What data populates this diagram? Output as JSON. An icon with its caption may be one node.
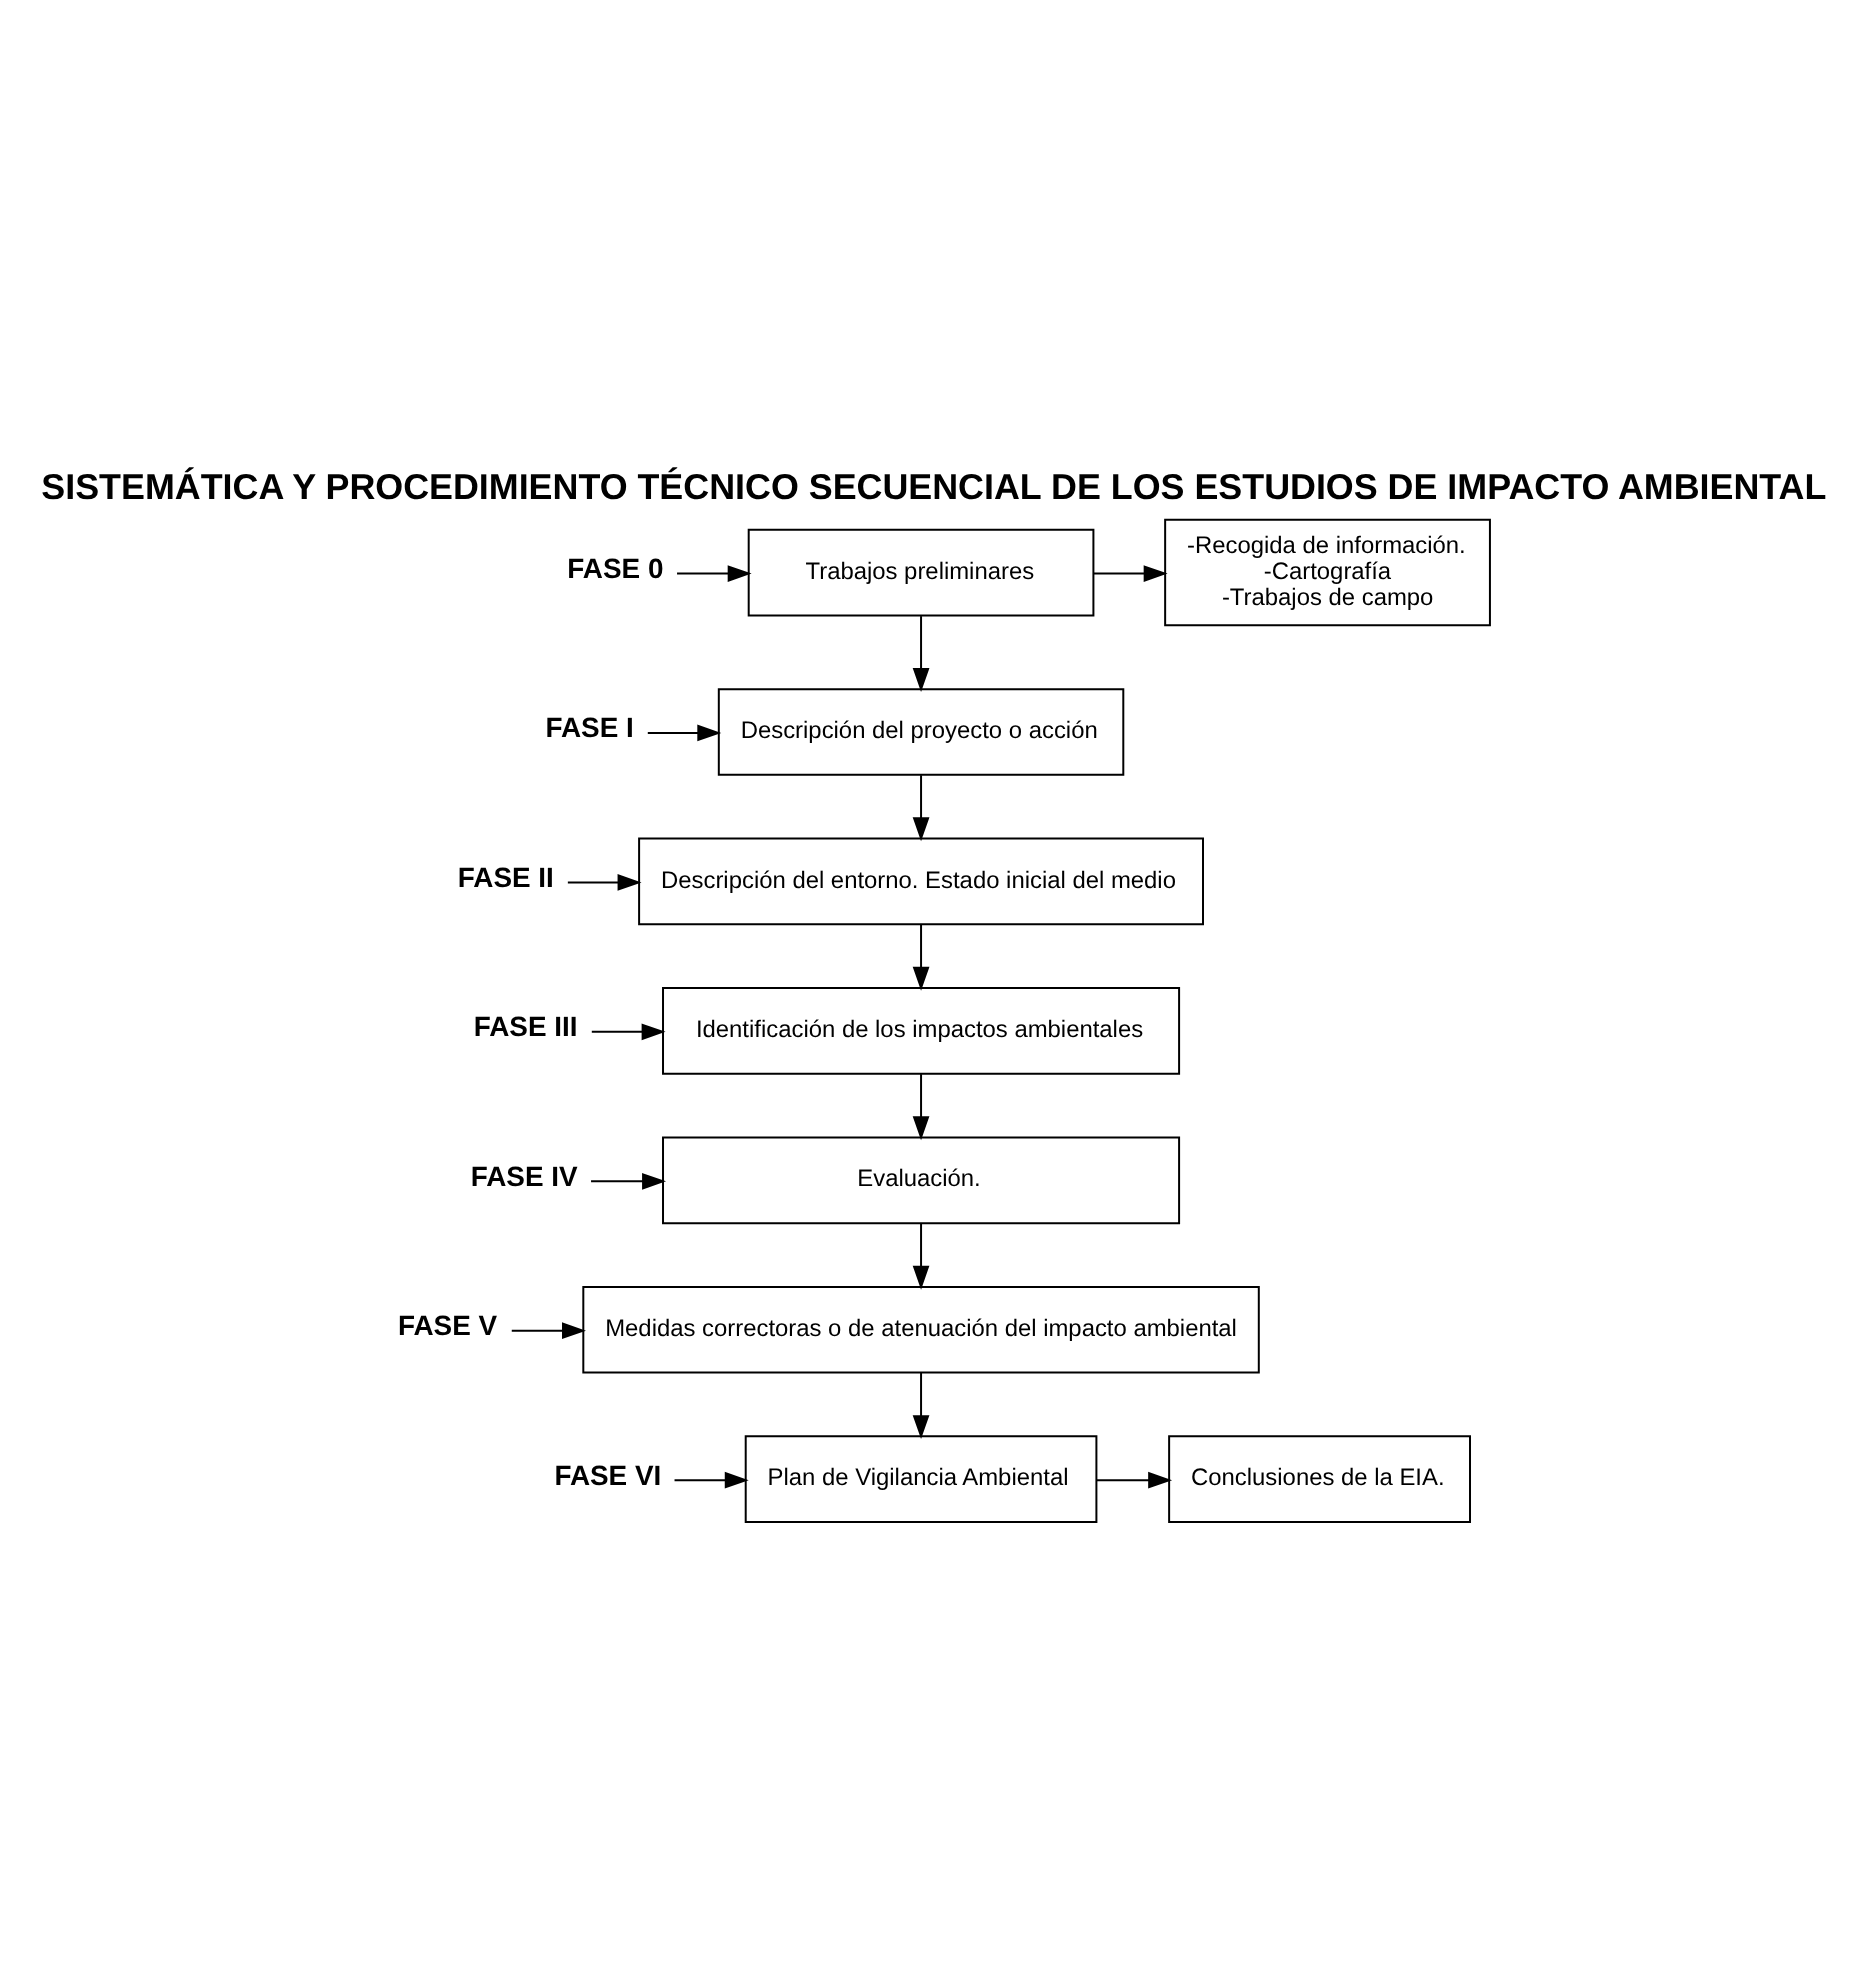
{
  "diagram": {
    "title": "SISTEMÁTICA Y PROCEDIMIENTO TÉCNICO SECUENCIAL DE LOS ESTUDIOS DE IMPACTO AMBIENTAL",
    "nodes": [
      {
        "text": [
          "FASE 0"
        ]
      },
      {
        "text": [
          "Trabajos preliminares"
        ]
      },
      {
        "text": [
          "-Recogida de información.",
          "-Cartografía",
          "-Trabajos de campo"
        ]
      },
      {
        "text": [
          "FASE I"
        ]
      },
      {
        "text": [
          "Descripción del proyecto o acción"
        ]
      },
      {
        "text": [
          "FASE II"
        ]
      },
      {
        "text": [
          "Descripción del entorno. Estado inicial del medio"
        ]
      },
      {
        "text": [
          "FASE III"
        ]
      },
      {
        "text": [
          "Identificación de los impactos ambientales"
        ]
      },
      {
        "text": [
          "FASE IV"
        ]
      },
      {
        "text": [
          "Evaluación."
        ]
      },
      {
        "text": [
          "FASE V"
        ]
      },
      {
        "text": [
          "Medidas correctoras o de atenuación del impacto ambiental"
        ]
      },
      {
        "text": [
          "FASE VI"
        ]
      },
      {
        "text": [
          "Plan de Vigilancia Ambiental"
        ]
      },
      {
        "text": [
          "Conclusiones de la EIA."
        ]
      }
    ],
    "edges": [
      {
        "from": 0,
        "to": 1,
        "arrow": "to"
      },
      {
        "from": 1,
        "to": 2,
        "arrow": "to"
      },
      {
        "from": 1,
        "to": 4,
        "arrow": "to"
      },
      {
        "from": 3,
        "to": 4,
        "arrow": "to"
      },
      {
        "from": 4,
        "to": 6,
        "arrow": "to"
      },
      {
        "from": 5,
        "to": 6,
        "arrow": "to"
      },
      {
        "from": 6,
        "to": 8,
        "arrow": "to"
      },
      {
        "from": 7,
        "to": 8,
        "arrow": "to"
      },
      {
        "from": 8,
        "to": 10,
        "arrow": "to"
      },
      {
        "from": 9,
        "to": 10,
        "arrow": "to"
      },
      {
        "from": 10,
        "to": 12,
        "arrow": "to"
      },
      {
        "from": 11,
        "to": 12,
        "arrow": "to"
      },
      {
        "from": 12,
        "to": 14,
        "arrow": "to"
      },
      {
        "from": 13,
        "to": 14,
        "arrow": "to"
      },
      {
        "from": 14,
        "to": 15,
        "arrow": "to"
      }
    ]
  }
}
